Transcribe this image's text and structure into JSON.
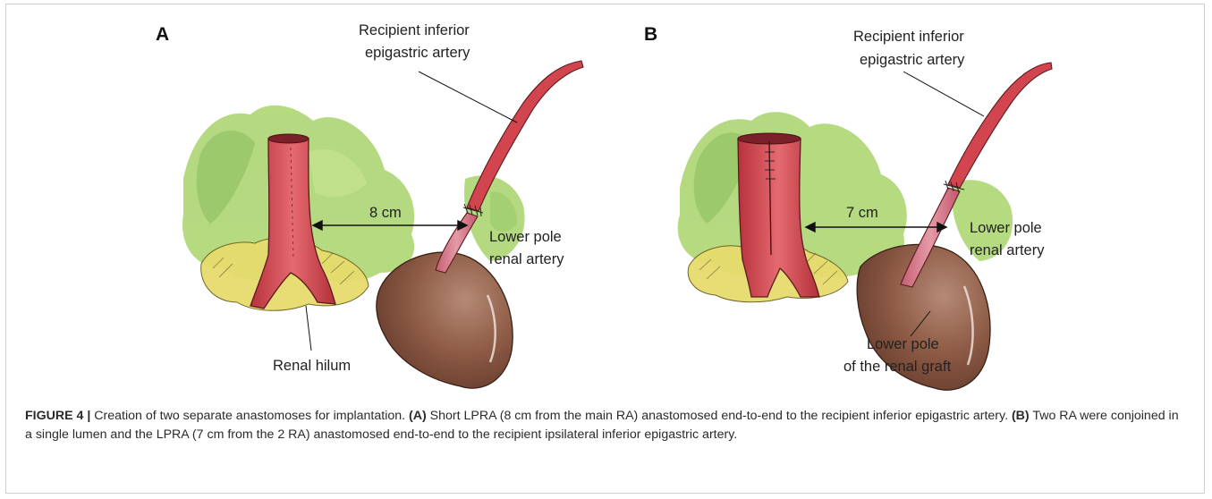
{
  "panels": [
    {
      "letter": "A",
      "labels": {
        "artery_line1": "Recipient inferior",
        "artery_line2": "epigastric artery",
        "distance": "8 cm",
        "lower_pole_line1": "Lower pole",
        "lower_pole_line2": "renal artery",
        "hilum": "Renal hilum"
      }
    },
    {
      "letter": "B",
      "labels": {
        "artery_line1": "Recipient inferior",
        "artery_line2": "epigastric artery",
        "distance": "7 cm",
        "lower_pole_line1": "Lower pole",
        "lower_pole_line2": "renal artery",
        "graft_line1": "Lower pole",
        "graft_line2": "of the renal graft"
      }
    }
  ],
  "caption": {
    "figure_label": "FIGURE 4 |",
    "intro": " Creation of two separate anastomoses for implantation. ",
    "a_marker": "(A)",
    "a_text": " Short LPRA (8 cm from the main RA) anastomosed end-to-end to the recipient inferior epigastric artery. ",
    "b_marker": "(B)",
    "b_text": " Two RA were conjoined in a single lumen and the LPRA (7 cm from the 2 RA) anastomosed end-to-end to the recipient ipsilateral inferior epigastric artery."
  },
  "colors": {
    "green_background": "#a8d36a",
    "yellow_hilum": "#e7dc6e",
    "artery_red": "#d2454f",
    "kidney_brown": "#8d5a45"
  }
}
